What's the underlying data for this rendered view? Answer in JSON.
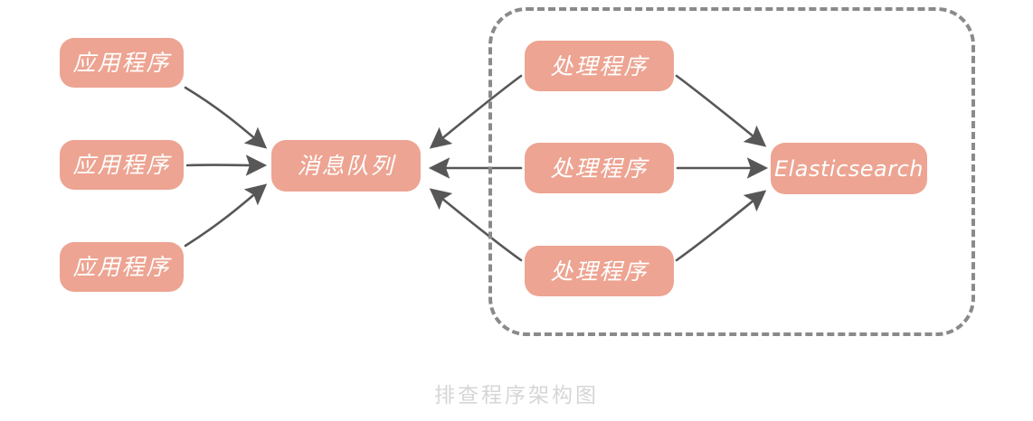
{
  "diagram": {
    "caption": "排查程序架构图",
    "colors": {
      "node_fill": "#eda492",
      "node_text": "#ffffff",
      "arrow": "#575757",
      "boundary": "#8a8a8a",
      "caption": "#d6d6d6",
      "background": "#ffffff"
    },
    "producers": [
      {
        "label": "应用程序"
      },
      {
        "label": "应用程序"
      },
      {
        "label": "应用程序"
      }
    ],
    "queue": {
      "label": "消息队列"
    },
    "handlers": [
      {
        "label": "处理程序"
      },
      {
        "label": "处理程序"
      },
      {
        "label": "处理程序"
      }
    ],
    "store": {
      "label": "Elasticsearch"
    },
    "boundary": {
      "style": "dashed",
      "label": ""
    },
    "edges": [
      {
        "from": "应用程序 1",
        "to": "消息队列",
        "direction": "forward"
      },
      {
        "from": "应用程序 2",
        "to": "消息队列",
        "direction": "forward"
      },
      {
        "from": "应用程序 3",
        "to": "消息队列",
        "direction": "forward"
      },
      {
        "from": "处理程序 1",
        "to": "消息队列",
        "direction": "forward"
      },
      {
        "from": "处理程序 2",
        "to": "消息队列",
        "direction": "forward"
      },
      {
        "from": "处理程序 3",
        "to": "消息队列",
        "direction": "forward"
      },
      {
        "from": "处理程序 1",
        "to": "Elasticsearch",
        "direction": "forward"
      },
      {
        "from": "处理程序 2",
        "to": "Elasticsearch",
        "direction": "forward"
      },
      {
        "from": "处理程序 3",
        "to": "Elasticsearch",
        "direction": "forward"
      }
    ]
  }
}
